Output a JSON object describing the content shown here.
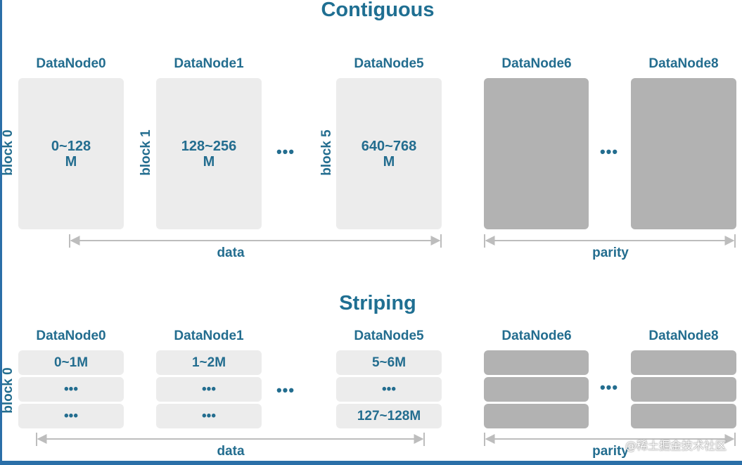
{
  "contiguous": {
    "title": "Contiguous",
    "nodes": [
      "DataNode0",
      "DataNode1",
      "DataNode5",
      "DataNode6",
      "DataNode8"
    ],
    "blocks": [
      "block 0",
      "block 1",
      "block 5"
    ],
    "ranges": [
      "0~128\nM",
      "128~256\nM",
      "640~768\nM"
    ],
    "ellipsis": "•••",
    "data_label": "data",
    "parity_label": "parity"
  },
  "striping": {
    "title": "Striping",
    "nodes": [
      "DataNode0",
      "DataNode1",
      "DataNode5",
      "DataNode6",
      "DataNode8"
    ],
    "block": "block 0",
    "cells": {
      "node0": [
        "0~1M",
        "•••",
        "•••"
      ],
      "node1": [
        "1~2M",
        "•••",
        "•••"
      ],
      "node5": [
        "5~6M",
        "•••",
        "127~128M"
      ]
    },
    "ellipsis": "•••",
    "data_label": "data",
    "parity_label": "parity"
  },
  "colors": {
    "text": "#236d8f",
    "data_fill": "#ececec",
    "parity_fill": "#b2b2b2",
    "arrow": "#bdbdbd",
    "frame": "#2a6fa8"
  },
  "watermark": "@稀土掘金技术社区"
}
